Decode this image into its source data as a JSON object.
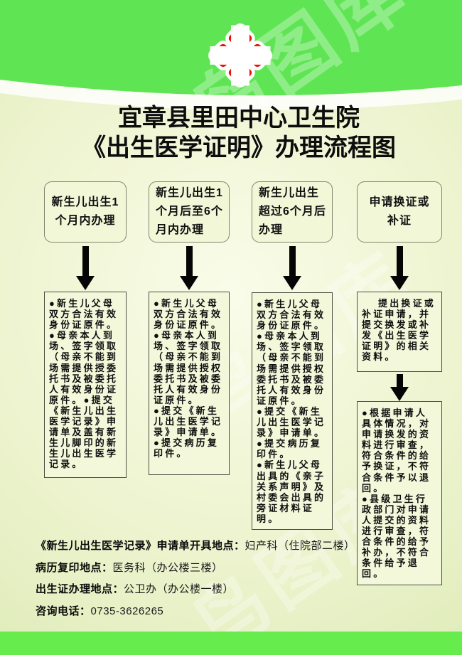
{
  "header": {
    "title_line1": "宜章县里田中心卫生院",
    "title_line2": "《出生医学证明》办理流程图",
    "logo_name": "hospital-red-cross-emblem",
    "colors": {
      "header_green": "#5fe554",
      "footer_green": "#67ec4e",
      "cross_red": "#e8140c",
      "body_pale": "#eef4d0"
    }
  },
  "flow": {
    "col1": {
      "header": "新生儿出生1\n个月内办理",
      "detail": "●新生儿父母\n双方合法有效\n身份证原件。\n●母亲本人到\n场、签字领取\n（母亲不能到\n场需提供授委\n托书及被委托\n人有效身份证\n原件。●提交\n《新生儿出生\n医学记录》申\n请单及盖有新\n生儿脚印的新\n生儿出生医学\n记录。"
    },
    "col2": {
      "header": "新生儿出生1\n个月后至6个\n月内办理",
      "detail": "●新生儿父母\n双方合法有效\n身份证原件。\n●母亲本人到\n场、签字领取\n（母亲不能到\n场需提供授权\n委托书及被委\n托人有效身份\n证原件。\n●提交《新生\n儿出生医学记\n录》申请单。\n●提交病历复\n印件。"
    },
    "col3": {
      "header": "新生儿出生\n超过6个月后\n办理",
      "detail": "●新生儿父母\n双方合法有效\n身份证原件。\n●母亲本人到\n场、签字领取\n（母亲不能到\n场需提供授权\n委托书及被委\n托人有效身份\n证原件。\n●提交《新生\n儿出生医学记\n录》申请单。\n●提交病历复\n印件。\n●新生儿父母\n出具的《亲子\n关系声明》及\n村委会出具的\n旁证材料证\n明。"
    },
    "col4": {
      "header": "申请换证或\n补证",
      "step1": "　 提出换证或\n补证申请，并\n提交换发或补\n发《出生医学\n证明》的相关\n资料。",
      "step2": "●根据申请人\n具体情况，对\n申请换发的资\n料进行审查，\n符合条件的给\n予换证，不符\n合条件予以退\n回。\n●县级卫生行\n政部门对申请\n人提交的资料\n进行审查，符\n合条件的给予\n补办，不符合\n条件给予退\n回。"
    }
  },
  "info": {
    "lines": [
      {
        "label": "《新生儿出生医学记录》申请单开具地点：",
        "value": "妇产科（住院部二楼）"
      },
      {
        "label": "病历复印地点：",
        "value": "医务科（办公楼三楼）"
      },
      {
        "label": "出生证办理地点：",
        "value": "公卫办（办公楼一楼）"
      },
      {
        "label": "咨询电话：",
        "value": "0735-3626265"
      }
    ]
  },
  "watermark": {
    "text": "鸟图库"
  }
}
